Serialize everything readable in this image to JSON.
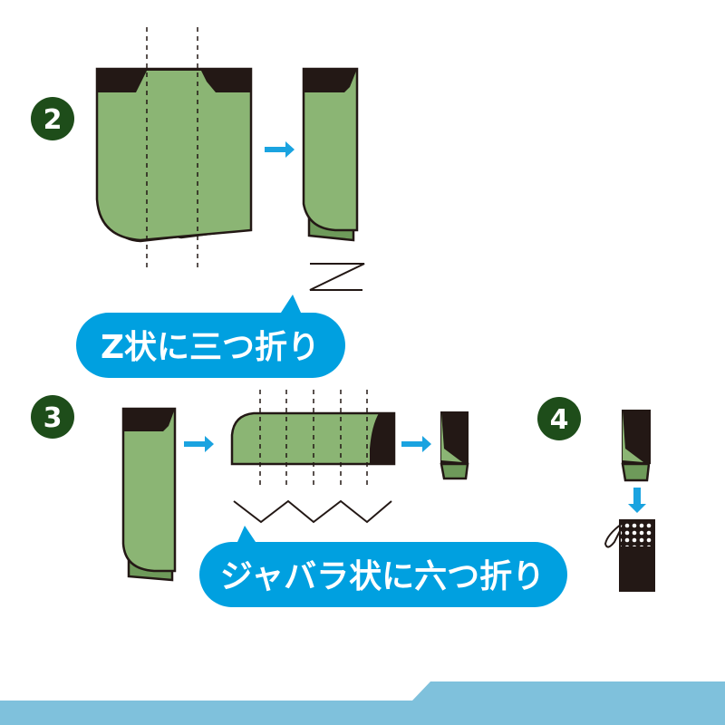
{
  "steps": [
    {
      "number": "2",
      "caption": "Z状に三つ折り"
    },
    {
      "number": "3",
      "caption": "ジャバラ状に六つ折り"
    },
    {
      "number": "4"
    }
  ],
  "colors": {
    "fabric": "#8bb574",
    "dark": "#231815",
    "step_badge": "#1e4d1a",
    "accent": "#00a0e0",
    "footer": "#7fc1dc"
  }
}
